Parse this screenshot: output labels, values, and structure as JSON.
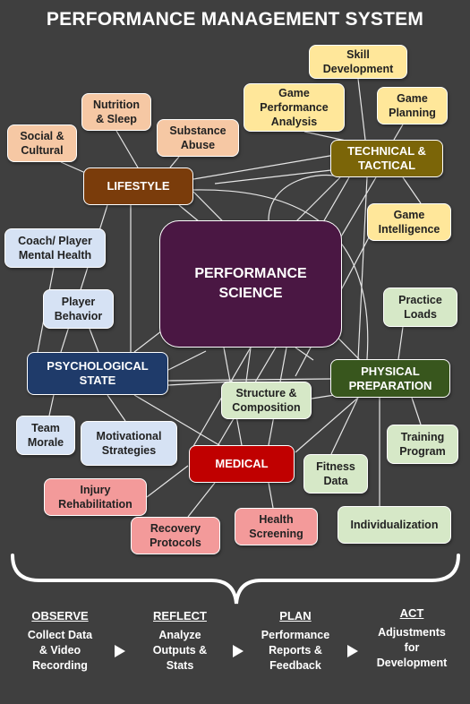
{
  "title": "PERFORMANCE MANAGEMENT SYSTEM",
  "core": {
    "label": "PERFORMANCE\nSCIENCE"
  },
  "lifestyle": {
    "label": "LIFESTYLE",
    "nutrition": "Nutrition\n& Sleep",
    "social": "Social &\nCultural",
    "substance": "Substance\nAbuse"
  },
  "technical": {
    "label": "TECHNICAL &\nTACTICAL",
    "skill": "Skill\nDevelopment",
    "game_analysis": "Game\nPerformance\nAnalysis",
    "game_planning": "Game\nPlanning",
    "game_intelligence": "Game\nIntelligence"
  },
  "psychological": {
    "label": "PSYCHOLOGICAL\nSTATE",
    "coach": "Coach/ Player\nMental Health",
    "behavior": "Player\nBehavior",
    "morale": "Team\nMorale",
    "motivation": "Motivational\nStrategies"
  },
  "physical": {
    "label": "PHYSICAL\nPREPARATION",
    "practice": "Practice\nLoads",
    "training": "Training\nProgram",
    "individualization": "Individualization",
    "structure": "Structure &\nComposition",
    "fitness": "Fitness\nData"
  },
  "medical": {
    "label": "MEDICAL",
    "injury": "Injury\nRehabilitation",
    "recovery": "Recovery\nProtocols",
    "health": "Health\nScreening"
  },
  "process": [
    {
      "head": "OBSERVE",
      "body": "Collect Data\n& Video\nRecording"
    },
    {
      "head": "REFLECT",
      "body": "Analyze\nOutputs &\nStats"
    },
    {
      "head": "PLAN",
      "body": "Performance\nReports &\nFeedback"
    },
    {
      "head": "ACT",
      "body": "Adjustments\nfor\nDevelopment"
    }
  ],
  "colors": {
    "background": "#3f3f3f",
    "lifestyle": "#7a3c0b",
    "technical": "#7b6508",
    "psychological": "#1f3b6a",
    "physical": "#38561d",
    "medical": "#c00000",
    "core": "#4a1743"
  }
}
